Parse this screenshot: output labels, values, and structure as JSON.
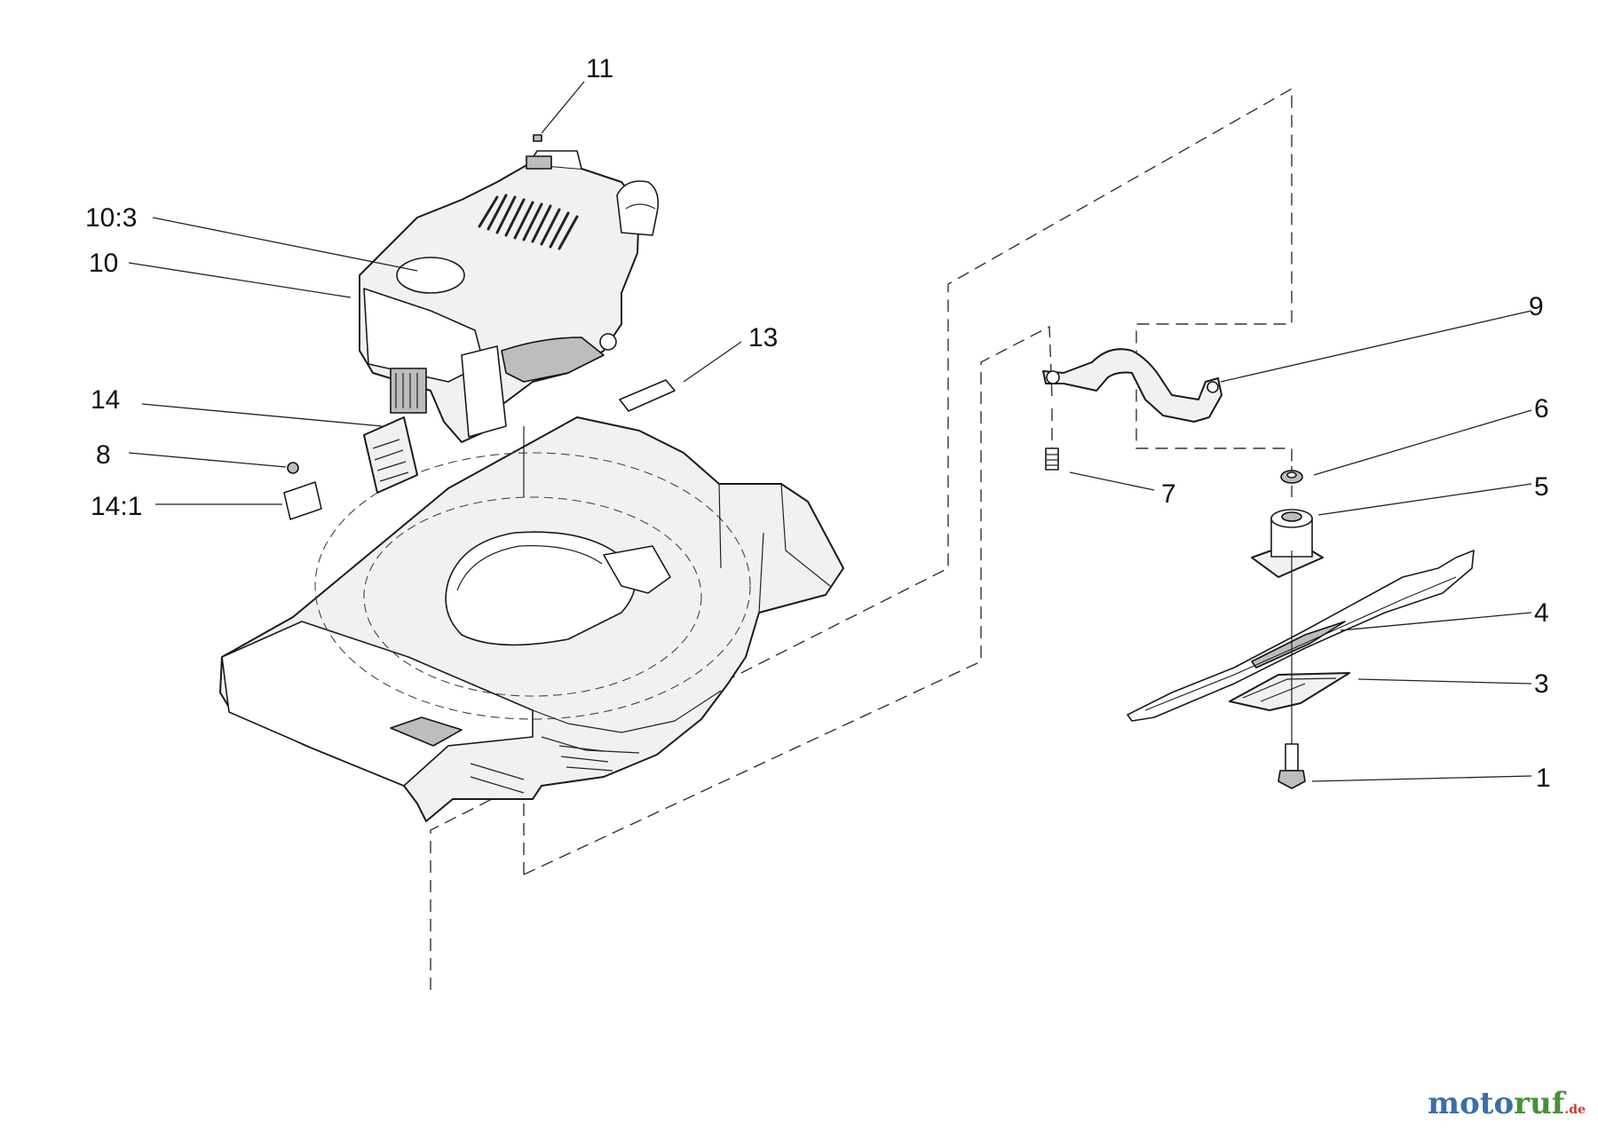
{
  "callouts": [
    {
      "id": "11",
      "label": "11"
    },
    {
      "id": "10-3",
      "label": "10:3"
    },
    {
      "id": "10",
      "label": "10"
    },
    {
      "id": "13",
      "label": "13"
    },
    {
      "id": "14",
      "label": "14"
    },
    {
      "id": "8",
      "label": "8"
    },
    {
      "id": "14-1",
      "label": "14:1"
    },
    {
      "id": "9",
      "label": "9"
    },
    {
      "id": "6",
      "label": "6"
    },
    {
      "id": "5",
      "label": "5"
    },
    {
      "id": "7",
      "label": "7"
    },
    {
      "id": "4",
      "label": "4"
    },
    {
      "id": "3",
      "label": "3"
    },
    {
      "id": "1",
      "label": "1"
    }
  ],
  "watermark": {
    "part1": "moto",
    "part2": "ruf",
    "suffix": ".de"
  },
  "colors": {
    "watermark_blue": "#3b6fa8",
    "watermark_green": "#4a8f3a",
    "watermark_red": "#c83a2a"
  }
}
